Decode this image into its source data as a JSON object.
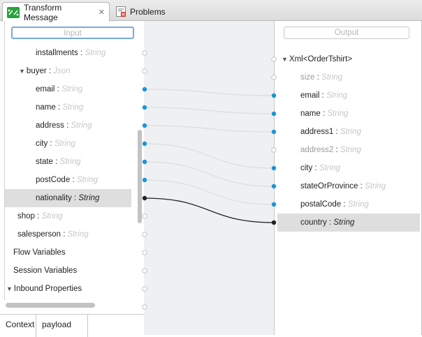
{
  "tabs": [
    {
      "label": "Transform Message",
      "icon": "transform-icon",
      "active": true
    },
    {
      "label": "Problems",
      "icon": "problems-icon",
      "active": false
    }
  ],
  "input": {
    "search_placeholder": "Input",
    "rows": [
      {
        "name": "installments",
        "type": "String",
        "depth": 2
      },
      {
        "name": "buyer",
        "type": "Json",
        "depth": 1,
        "expanded": true
      },
      {
        "name": "email",
        "type": "String",
        "depth": 2
      },
      {
        "name": "name",
        "type": "String",
        "depth": 2
      },
      {
        "name": "address",
        "type": "String",
        "depth": 2
      },
      {
        "name": "city",
        "type": "String",
        "depth": 2
      },
      {
        "name": "state",
        "type": "String",
        "depth": 2
      },
      {
        "name": "postCode",
        "type": "String",
        "depth": 2
      },
      {
        "name": "nationality",
        "type": "String",
        "depth": 2,
        "selected": true
      },
      {
        "name": "shop",
        "type": "String",
        "depth": 1
      },
      {
        "name": "salesperson",
        "type": "String",
        "depth": 1
      },
      {
        "name": "Flow Variables",
        "depth": 0
      },
      {
        "name": "Session Variables",
        "depth": 0
      },
      {
        "name": "Inbound Properties",
        "depth": 0,
        "expanded": true
      }
    ]
  },
  "output": {
    "search_placeholder": "Output",
    "root": "Xml<OrderTshirt>",
    "rows": [
      {
        "name": "size",
        "type": "String",
        "muted": true
      },
      {
        "name": "email",
        "type": "String"
      },
      {
        "name": "name",
        "type": "String"
      },
      {
        "name": "address1",
        "type": "String"
      },
      {
        "name": "address2",
        "type": "String",
        "muted": true
      },
      {
        "name": "city",
        "type": "String"
      },
      {
        "name": "stateOrProvince",
        "type": "String"
      },
      {
        "name": "postalCode",
        "type": "String"
      },
      {
        "name": "country",
        "type": "String",
        "selected": true
      }
    ]
  },
  "mappings": [
    {
      "from": "email",
      "to": "email"
    },
    {
      "from": "name",
      "to": "name"
    },
    {
      "from": "address",
      "to": "address1"
    },
    {
      "from": "city",
      "to": "city"
    },
    {
      "from": "state",
      "to": "stateOrProvince"
    },
    {
      "from": "postCode",
      "to": "postalCode"
    },
    {
      "from": "nationality",
      "to": "country",
      "selected": true
    }
  ],
  "bottom_tabs": [
    "Context",
    "payload"
  ],
  "colors": {
    "mapped": "#1a95d6",
    "selected": "#222222",
    "wire": "#dcdcdc",
    "wire_selected": "#222222"
  }
}
